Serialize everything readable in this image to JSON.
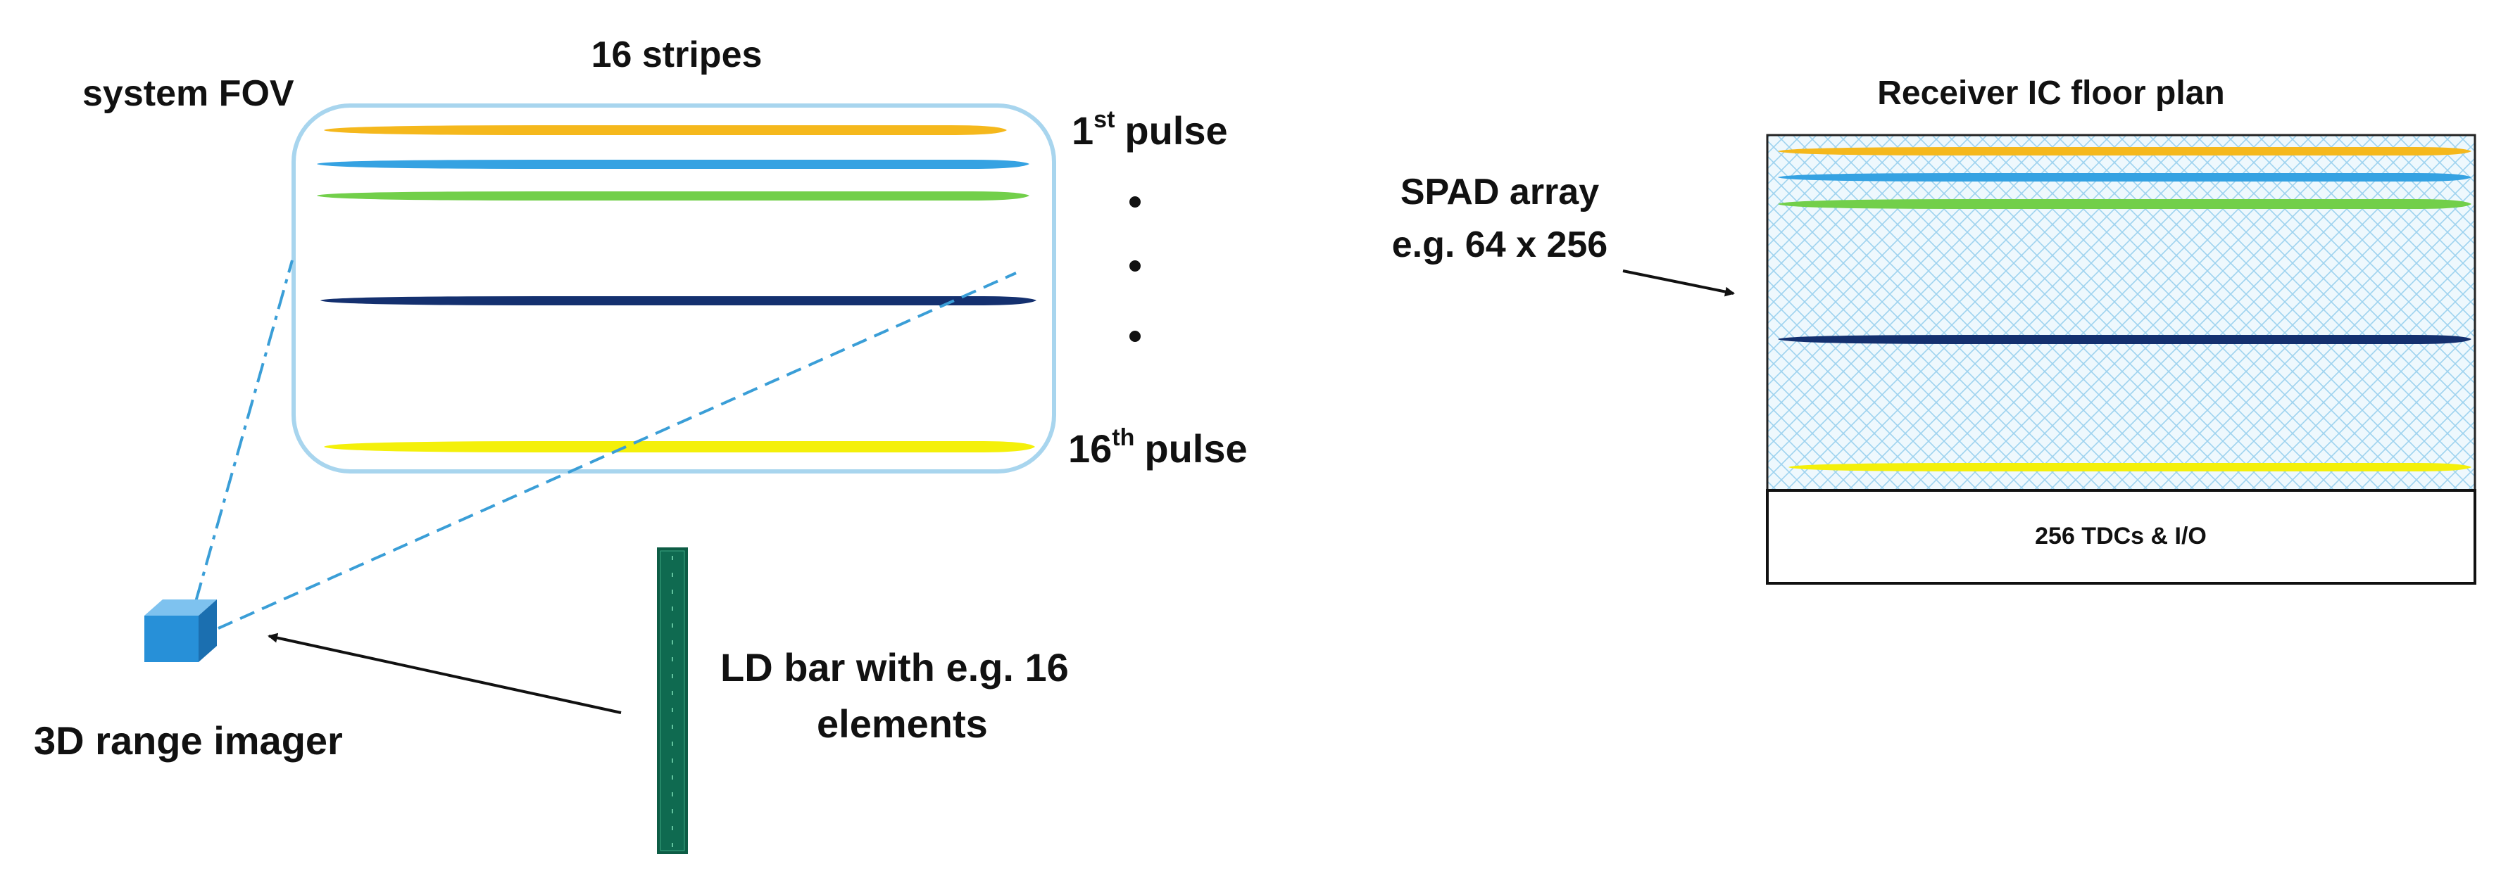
{
  "labels": {
    "stripes_count": "16 stripes",
    "system_fov": "system FOV",
    "first_pulse_num": "1",
    "first_pulse_sup": "st",
    "pulse_word": "pulse",
    "last_pulse_num": "16",
    "last_pulse_sup": "th",
    "range_imager": "3D range imager",
    "ld_bar_line1": "LD bar with e.g. 16",
    "ld_bar_line2": "elements",
    "receiver_title": "Receiver IC floor plan",
    "spad_line1": "SPAD array",
    "spad_line2": "e.g. 64 x 256",
    "tdc_io": "256 TDCs & I/O"
  },
  "stripe_colors": {
    "orange": "#f5b81c",
    "light_blue": "#35a2e2",
    "green": "#72cf4a",
    "navy": "#14306f",
    "yellow": "#f4f00a"
  },
  "colors": {
    "fov_border": "#a8d5ee",
    "dashed_line": "#3a9ed7",
    "imager_cube": "#2790d8",
    "ld_bar": "#0d5c45",
    "spad_hatch": "#9ed3ef",
    "arrow": "#111111"
  }
}
